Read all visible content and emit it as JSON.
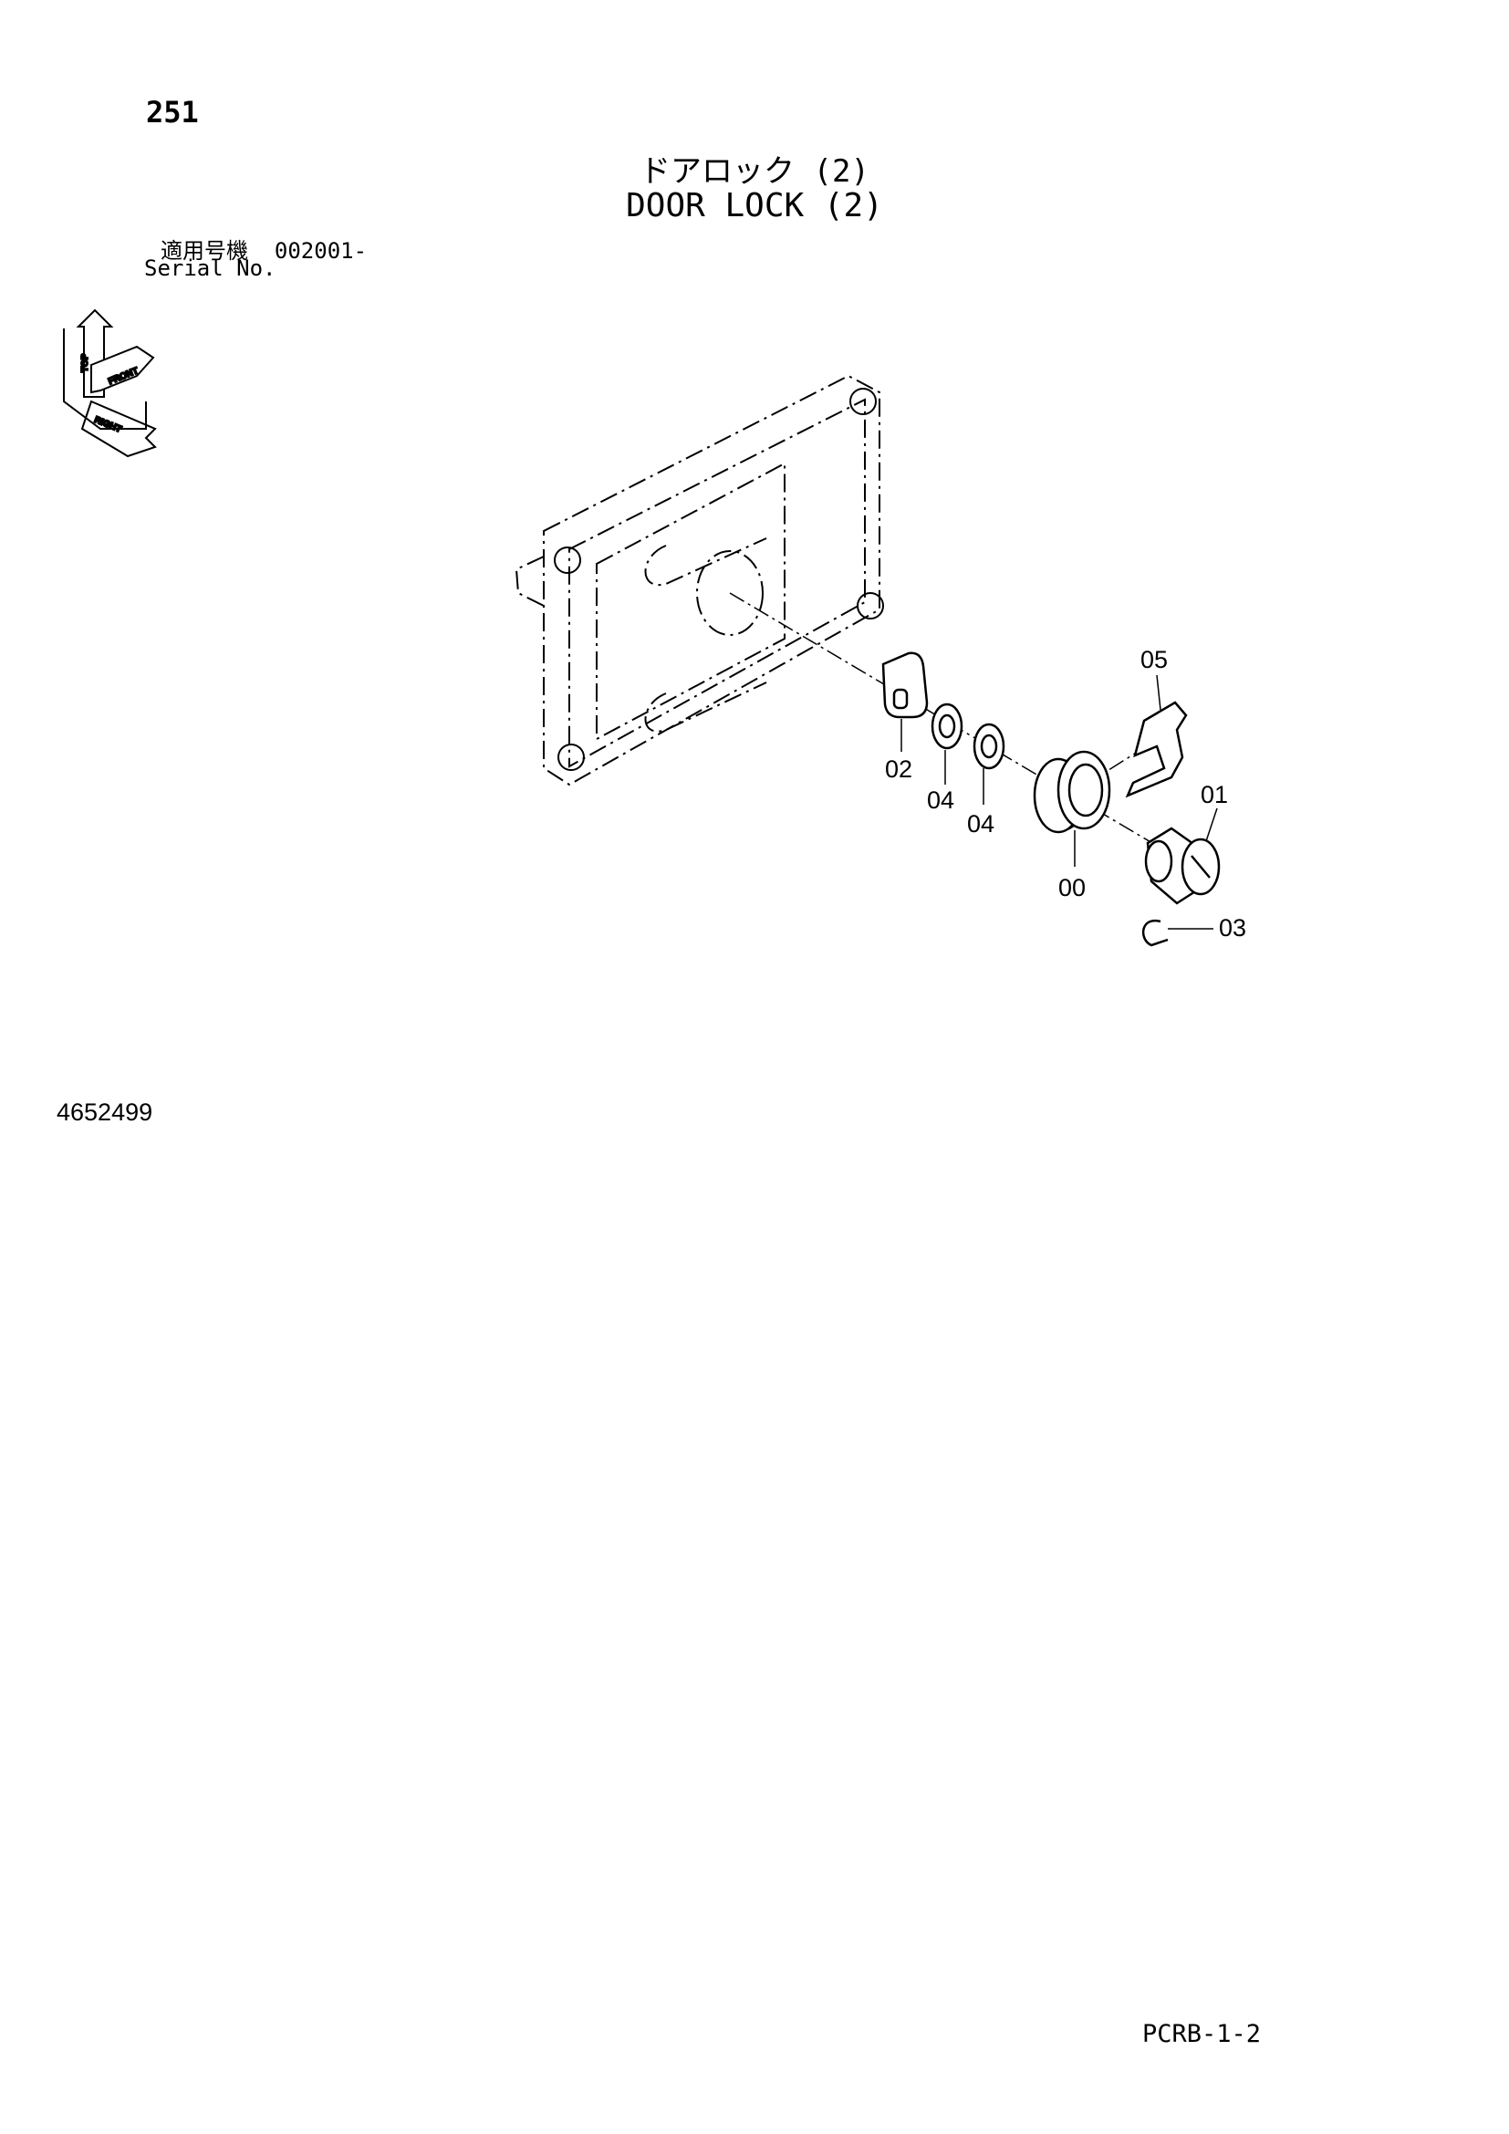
{
  "header": {
    "page_number": "251",
    "title_jp": "ドアロック (2)",
    "title_en": "DOOR LOCK (2)",
    "serial_label_jp": "適用号機",
    "serial_value": "002001-",
    "serial_label_en": "Serial No."
  },
  "orientation": {
    "top": "TOP",
    "front": "FRONT",
    "right": "RIGHT"
  },
  "callouts": {
    "p00": "00",
    "p01": "01",
    "p02": "02",
    "p03": "03",
    "p04a": "04",
    "p04b": "04",
    "p05": "05"
  },
  "footer": {
    "drawing_number": "4652499",
    "code": "PCRB-1-2"
  }
}
